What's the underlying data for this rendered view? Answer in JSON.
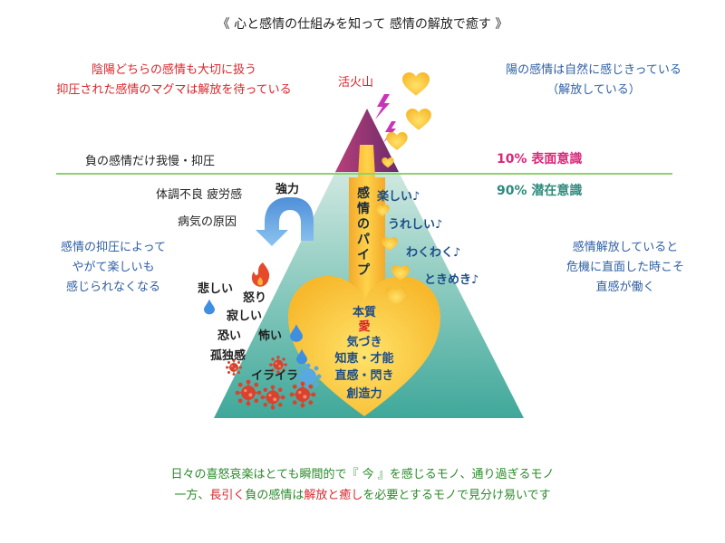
{
  "title": "《 心と感情の仕組みを知って 感情の解放で癒す 》",
  "top_left": {
    "line1": "陰陽どちらの感情も大切に扱う",
    "line2": "抑圧された感情のマグマは解放を待っている"
  },
  "top_right": {
    "line1": "陽の感情は自然に感じきっている",
    "line2": "（解放している）"
  },
  "volcano_label": "活火山",
  "suppress_label": "負の感情だけ我慢・抑圧",
  "surface_label": "10% 表面意識",
  "subconscious_label": "90% 潜在意識",
  "left_notes": {
    "fatigue": "体調不良 疲労感",
    "illness": "病気の原因",
    "strong": "強力"
  },
  "left_middle": {
    "line1": "感情の抑圧によって",
    "line2": "やがて楽しいも",
    "line3": "感じられなくなる"
  },
  "right_middle": {
    "line1": "感情解放していると",
    "line2": "危機に直面した時こそ",
    "line3": "直感が働く"
  },
  "pipe_label": [
    "感",
    "情",
    "の",
    "パ",
    "イ",
    "プ"
  ],
  "positive": [
    "楽しい♪",
    "うれしい♪",
    "わくわく♪",
    "ときめき♪"
  ],
  "negative": [
    "悲しい",
    "怒り",
    "寂しい",
    "恐い",
    "怖い",
    "孤独感",
    "イライラ"
  ],
  "core": [
    "本質",
    "愛",
    "気づき",
    "知恵・才能",
    "直感・閃き",
    "創造力"
  ],
  "bottom": {
    "line1": "日々の喜怒哀楽はとても瞬間的で『 今 』を感じるモノ、通り過ぎるモノ",
    "line2_a": "一方、",
    "line2_b": "長引く",
    "line2_c": "負の感情は",
    "line2_d": "解放と癒し",
    "line2_e": "を必要とするモノで見分け易いです"
  },
  "colors": {
    "red": "#d8262a",
    "blue": "#2e5fa3",
    "teal": "#2e8b7d",
    "green": "#2a8a2a",
    "pink": "#d8287a",
    "gold": "#f5b326"
  }
}
